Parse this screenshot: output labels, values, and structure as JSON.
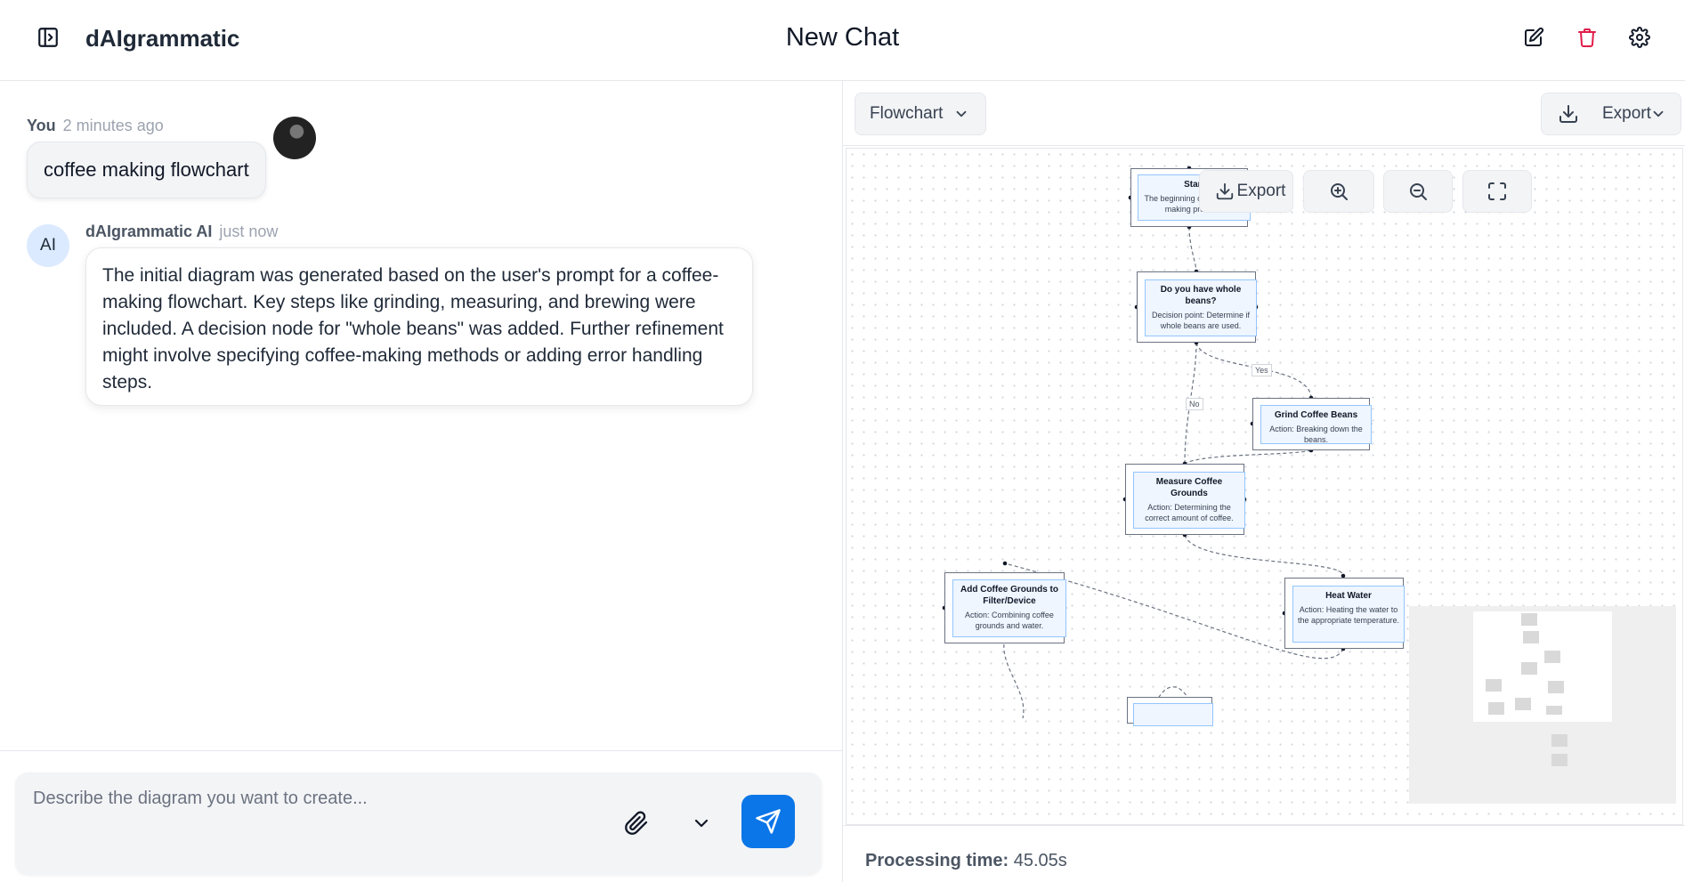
{
  "header": {
    "brand": "dAIgrammatic",
    "title": "New Chat",
    "icons": [
      "sidebar-toggle-icon",
      "edit-icon",
      "trash-icon",
      "gear-icon"
    ],
    "trash_color": "#e11d48"
  },
  "chat": {
    "user_message": {
      "author": "You",
      "time": "2 minutes ago",
      "text": "coffee making flowchart"
    },
    "ai_message": {
      "avatar": "AI",
      "author": "dAIgrammatic AI",
      "time": "just now",
      "text": "The initial diagram was generated based on the user's prompt for a coffee-making flowchart. Key steps like grinding, measuring, and brewing were included. A decision node for \"whole beans\" was added. Further refinement might involve specifying coffee-making methods or adding error handling steps."
    },
    "composer": {
      "placeholder": "Describe the diagram you want to create...",
      "send_color": "#0b76e8"
    }
  },
  "diagram": {
    "type_select": "Flowchart",
    "export_label": "Export",
    "canvas_controls": {
      "export_label": "Export",
      "icons": [
        "download-icon",
        "zoom-in-icon",
        "zoom-out-icon",
        "fullscreen-icon"
      ]
    },
    "nodes": [
      {
        "title": "Start",
        "desc": "The beginning of the coffee-making process."
      },
      {
        "title": "Do you have whole beans?",
        "desc": "Decision point: Determine if whole beans are used."
      },
      {
        "title": "Grind Coffee Beans",
        "desc": "Action: Breaking down the beans."
      },
      {
        "title": "Measure Coffee Grounds",
        "desc": "Action: Determining the correct amount of coffee."
      },
      {
        "title": "Add Coffee Grounds to Filter/Device",
        "desc": "Action: Combining coffee grounds and water."
      },
      {
        "title": "Heat Water",
        "desc": "Action: Heating the water to the appropriate temperature."
      }
    ],
    "edge_labels": {
      "yes": "Yes",
      "no": "No"
    },
    "processing": {
      "label": "Processing time:",
      "value": "45.05s"
    }
  }
}
